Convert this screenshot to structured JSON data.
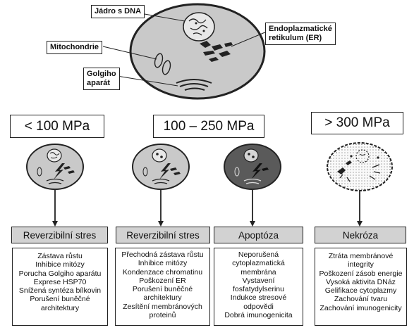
{
  "callouts": {
    "nucleus": "Jádro s DNA",
    "er_line1": "Endoplazmatické",
    "er_line2": "retikulum (ER)",
    "mitochondria": "Mitochondrie",
    "golgi_line1": "Golgiho",
    "golgi_line2": "aparát"
  },
  "pressures": [
    "< 100 MPa",
    "100 – 250 MPa",
    "> 300 MPa"
  ],
  "outcomes": [
    {
      "label": "Reverzibilní stres",
      "effects": [
        "Zástava růstu",
        "Inhibice mitózy",
        "Porucha Golgiho aparátu",
        "Exprese HSP70",
        "Snížená syntéza bílkovin",
        "Porušení buněčné",
        "architektury"
      ]
    },
    {
      "label": "Reverzibilní stres",
      "effects": [
        "Přechodná zástava růstu",
        "Inhibice mitózy",
        "Kondenzace chromatinu",
        "Poškození ER",
        "Porušení buněčné",
        "architektury",
        "Zesítění membránových",
        "proteinů"
      ]
    },
    {
      "label": "Apoptóza",
      "effects": [
        "Neporušená",
        "cytoplazmatická",
        "membrána",
        "Vystavení",
        "fosfatydylserinu",
        "Indukce stresové",
        "odpovědi",
        "Dobrá imunogenicita"
      ]
    },
    {
      "label": "Nekróza",
      "effects": [
        "Ztráta membránové",
        "integrity",
        "Poškození zásob energie",
        "Vysoká aktivita DNáz",
        "Gelifikace cytoplazmy",
        "Zachování tvaru",
        "Zachování imunogenicity"
      ]
    }
  ],
  "colors": {
    "cell_fill": "#c9c9c9",
    "cell_dark": "#5a5a5a",
    "header_fill": "#d2d2d2",
    "stroke": "#222222"
  }
}
